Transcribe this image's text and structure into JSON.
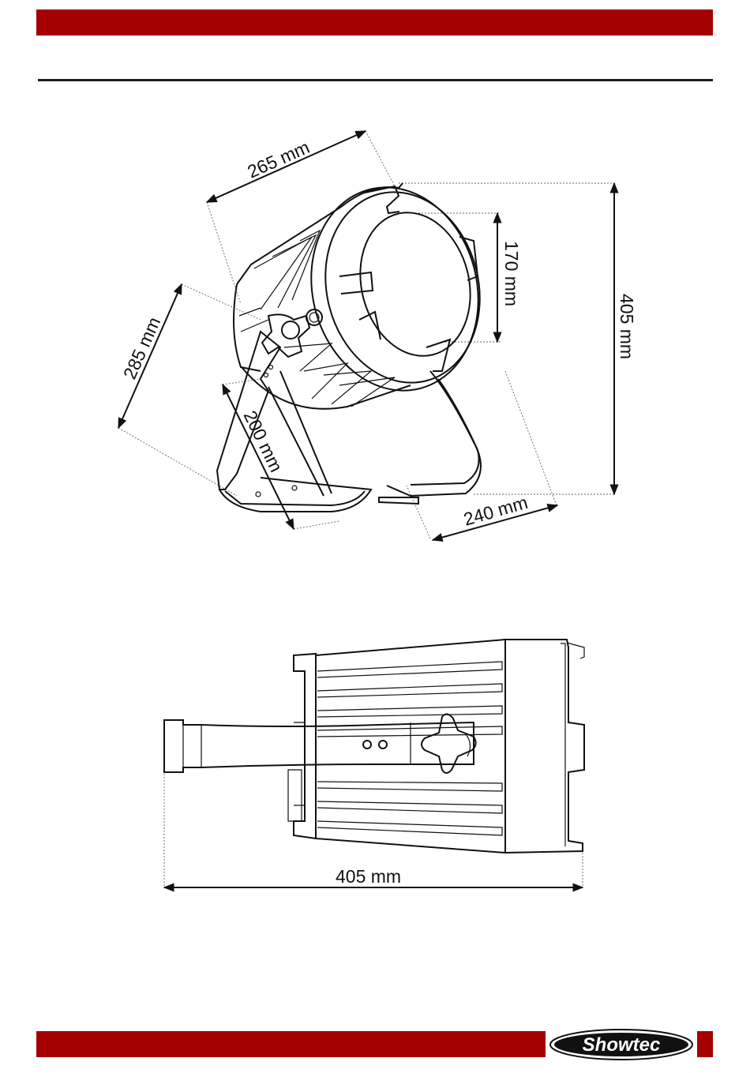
{
  "brand": {
    "name": "Showtec",
    "accent_color": "#a50000",
    "logo_text": "Showtec"
  },
  "diagrams": {
    "perspective": {
      "width_label": "265 mm",
      "depth_label": "285 mm",
      "lens_label": "170 mm",
      "height_label": "405 mm",
      "bracket_label": "200 mm",
      "base_label": "240 mm"
    },
    "side": {
      "length_label": "405 mm"
    }
  }
}
